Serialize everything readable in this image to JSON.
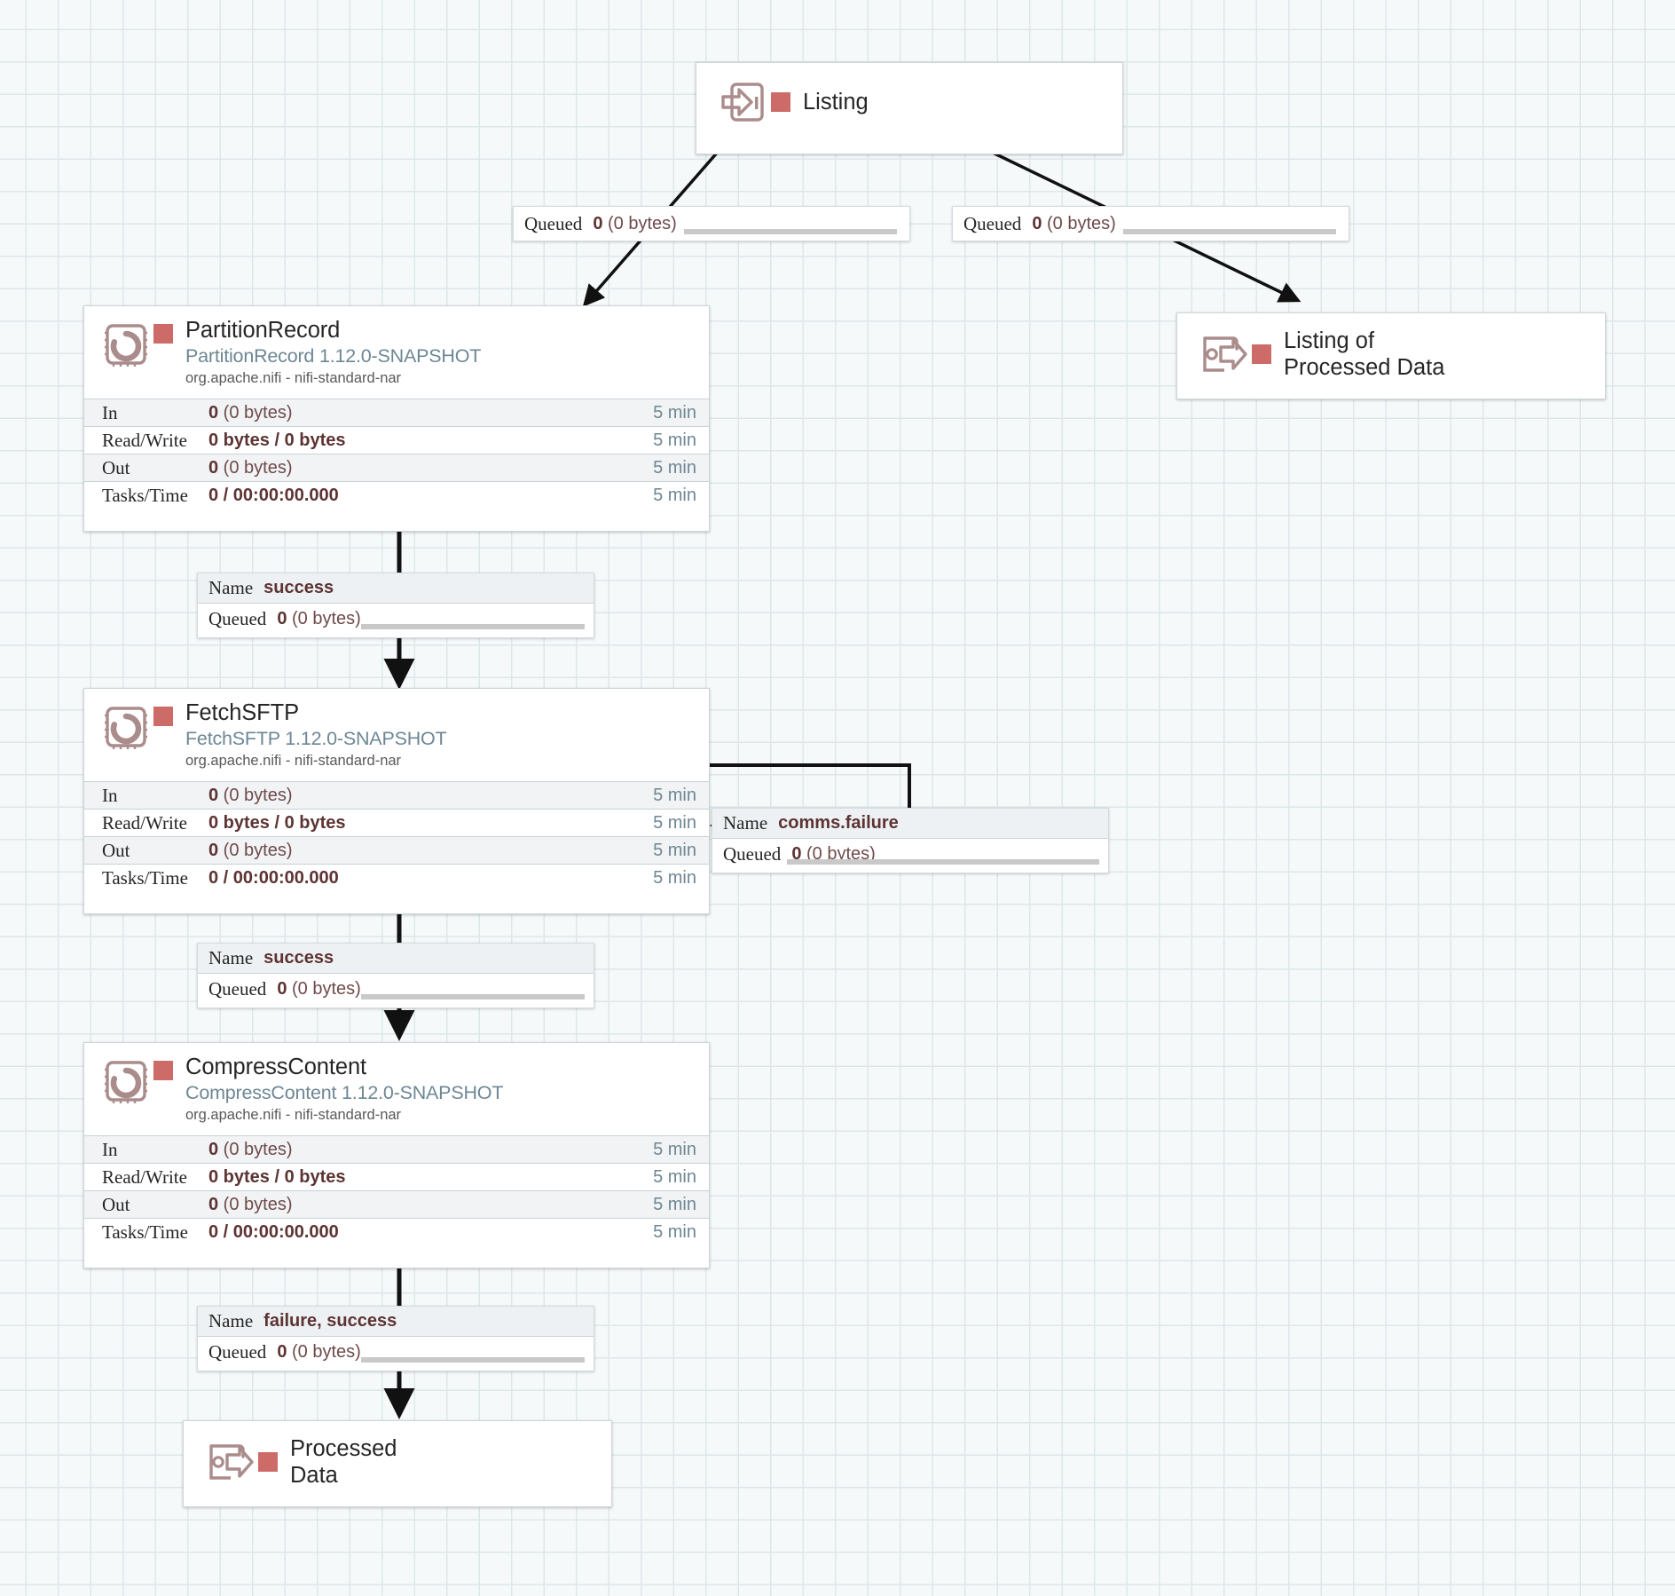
{
  "canvas": {
    "background": "#f6f9fa",
    "grid_color": "#dde7ea",
    "accent_running": "#cc6b68",
    "type_color": "#6d8794",
    "value_color": "#5d3333"
  },
  "nodes": [
    {
      "id": "listing-input-port",
      "kind": "input-port",
      "icon": "input-port-icon",
      "label": "Listing"
    },
    {
      "id": "partitionrecord-processor",
      "kind": "processor",
      "icon": "processor-icon",
      "name": "PartitionRecord",
      "type": "PartitionRecord 1.12.0-SNAPSHOT",
      "bundle": "org.apache.nifi - nifi-standard-nar",
      "stats": [
        {
          "label": "In",
          "value": "0",
          "suffix": " (0 bytes)",
          "time": "5 min"
        },
        {
          "label": "Read/Write",
          "value": "0 bytes / 0 bytes",
          "suffix": "",
          "time": "5 min"
        },
        {
          "label": "Out",
          "value": "0",
          "suffix": " (0 bytes)",
          "time": "5 min"
        },
        {
          "label": "Tasks/Time",
          "value": "0 / 00:00:00.000",
          "suffix": "",
          "time": "5 min"
        }
      ]
    },
    {
      "id": "listing-of-processed-data-port",
      "kind": "output-port",
      "icon": "output-port-icon",
      "label": "Listing of\nProcessed Data"
    },
    {
      "id": "fetchsftp-processor",
      "kind": "processor",
      "icon": "processor-icon",
      "name": "FetchSFTP",
      "type": "FetchSFTP 1.12.0-SNAPSHOT",
      "bundle": "org.apache.nifi - nifi-standard-nar",
      "stats": [
        {
          "label": "In",
          "value": "0",
          "suffix": " (0 bytes)",
          "time": "5 min"
        },
        {
          "label": "Read/Write",
          "value": "0 bytes / 0 bytes",
          "suffix": "",
          "time": "5 min"
        },
        {
          "label": "Out",
          "value": "0",
          "suffix": " (0 bytes)",
          "time": "5 min"
        },
        {
          "label": "Tasks/Time",
          "value": "0 / 00:00:00.000",
          "suffix": "",
          "time": "5 min"
        }
      ]
    },
    {
      "id": "compresscontent-processor",
      "kind": "processor",
      "icon": "processor-icon",
      "name": "CompressContent",
      "type": "CompressContent 1.12.0-SNAPSHOT",
      "bundle": "org.apache.nifi - nifi-standard-nar",
      "stats": [
        {
          "label": "In",
          "value": "0",
          "suffix": " (0 bytes)",
          "time": "5 min"
        },
        {
          "label": "Read/Write",
          "value": "0 bytes / 0 bytes",
          "suffix": "",
          "time": "5 min"
        },
        {
          "label": "Out",
          "value": "0",
          "suffix": " (0 bytes)",
          "time": "5 min"
        },
        {
          "label": "Tasks/Time",
          "value": "0 / 00:00:00.000",
          "suffix": "",
          "time": "5 min"
        }
      ]
    },
    {
      "id": "processed-data-port",
      "kind": "output-port",
      "icon": "output-port-icon",
      "label": "Processed\nData"
    }
  ],
  "connections": [
    {
      "id": "listing-to-partitionrecord",
      "rows": [
        {
          "key": "Queued",
          "value": "0",
          "suffix": " (0 bytes)"
        }
      ]
    },
    {
      "id": "listing-to-listing-of-processed-data",
      "rows": [
        {
          "key": "Queued",
          "value": "0",
          "suffix": " (0 bytes)"
        }
      ]
    },
    {
      "id": "partitionrecord-to-fetchsftp",
      "rows": [
        {
          "key": "Name",
          "value": "success"
        },
        {
          "key": "Queued",
          "value": "0",
          "suffix": " (0 bytes)"
        }
      ]
    },
    {
      "id": "fetchsftp-comms-failure",
      "rows": [
        {
          "key": "Name",
          "value": "comms.failure"
        },
        {
          "key": "Queued",
          "value": "0",
          "suffix": " (0 bytes)"
        }
      ]
    },
    {
      "id": "fetchsftp-to-compresscontent",
      "rows": [
        {
          "key": "Name",
          "value": "success"
        },
        {
          "key": "Queued",
          "value": "0",
          "suffix": " (0 bytes)"
        }
      ]
    },
    {
      "id": "compresscontent-to-processed-data",
      "rows": [
        {
          "key": "Name",
          "value": "failure, success"
        },
        {
          "key": "Queued",
          "value": "0",
          "suffix": " (0 bytes)"
        }
      ]
    }
  ]
}
